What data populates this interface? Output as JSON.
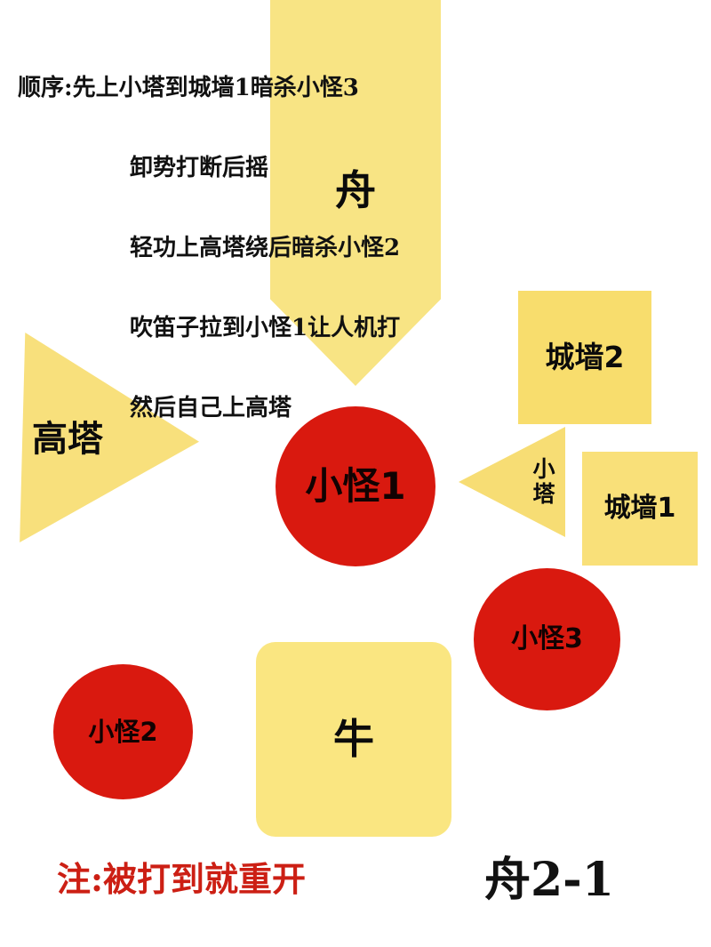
{
  "meta": {
    "title": "舟2-1 路线图",
    "background_color": "#ffffff"
  },
  "instructions": {
    "lines": [
      "顺序:先上小塔到城墙1暗杀小怪3",
      "卸势打断后摇",
      "轻功上高塔绕后暗杀小怪2",
      "吹笛子拉到小怪1让人机打",
      "然后自己上高塔"
    ]
  },
  "shapes": {
    "boat": {
      "label": "舟",
      "kind": "pentagon-down-arrow",
      "color": "#f8e484"
    },
    "tower_high": {
      "label": "高塔",
      "kind": "triangle-right",
      "color": "#f8e07c"
    },
    "tower_small": {
      "label": "小塔",
      "kind": "triangle-left",
      "color": "#f7dd74"
    },
    "wall2": {
      "label": "城墙2",
      "kind": "square",
      "color": "#f8dd6d"
    },
    "wall1": {
      "label": "城墙1",
      "kind": "square",
      "color": "#f9e079"
    },
    "bull": {
      "label": "牛",
      "kind": "rounded-square",
      "color": "#fae681"
    },
    "mob1": {
      "label": "小怪1",
      "kind": "circle",
      "color": "#d9190f"
    },
    "mob2": {
      "label": "小怪2",
      "kind": "circle",
      "color": "#d9190f"
    },
    "mob3": {
      "label": "小怪3",
      "kind": "circle",
      "color": "#d9190f"
    }
  },
  "footer": {
    "note": "注:被打到就重开",
    "note_color": "#cc1f14",
    "stage_code": "舟2-1"
  }
}
